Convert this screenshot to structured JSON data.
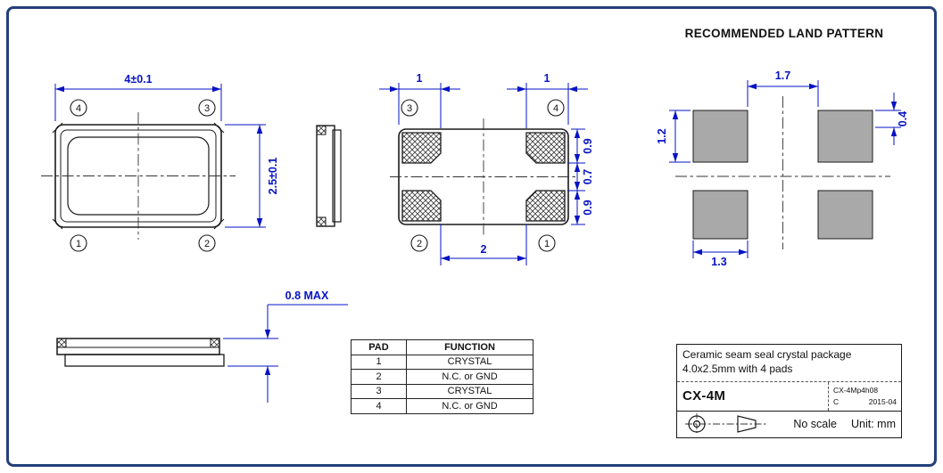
{
  "header": {
    "land_pattern_title": "RECOMMENDED LAND PATTERN"
  },
  "top_view": {
    "dim_width": "4±0.1",
    "dim_height": "2.5±0.1",
    "pin_tl": "4",
    "pin_tr": "3",
    "pin_bl": "1",
    "pin_br": "2"
  },
  "bottom_view": {
    "dim_left_pad": "1",
    "dim_right_pad": "1",
    "dim_top_section": "0.9",
    "dim_mid_section": "0.7",
    "dim_bottom_section": "0.9",
    "dim_inner_span": "2",
    "pin_tl": "3",
    "pin_tr": "4",
    "pin_bl": "2",
    "pin_br": "1"
  },
  "side_view": {
    "dim_height_max": "0.8 MAX"
  },
  "land_pattern": {
    "dim_gap": "1.7",
    "dim_pad_height": "1.2",
    "dim_offset": "0.4",
    "dim_pad_width": "1.3"
  },
  "pad_table": {
    "headers": [
      "PAD",
      "FUNCTION"
    ],
    "rows": [
      [
        "1",
        "CRYSTAL"
      ],
      [
        "2",
        "N.C. or GND"
      ],
      [
        "3",
        "CRYSTAL"
      ],
      [
        "4",
        "N.C. or GND"
      ]
    ]
  },
  "title_block": {
    "description_line1": "Ceramic seam seal crystal package",
    "description_line2": "4.0x2.5mm with 4 pads",
    "part_number": "CX-4M",
    "doc_code": "CX-4Mp4h08",
    "revision": "C",
    "date": "2015-04",
    "scale_note": "No scale",
    "unit_note": "Unit: mm"
  },
  "colors": {
    "dimension_blue": "#0613c4",
    "line_black": "#1a1a1a",
    "pad_gray": "#a9a9a9",
    "frame_navy": "#24407a"
  }
}
